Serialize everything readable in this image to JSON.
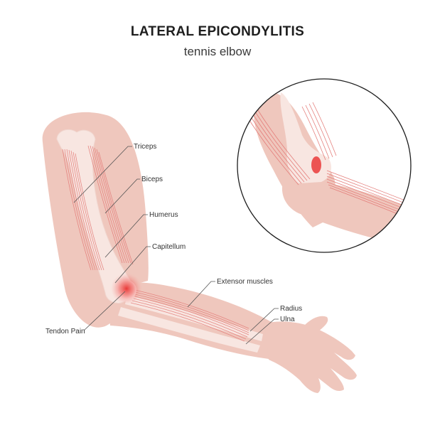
{
  "header": {
    "title": "LATERAL EPICONDYLITIS",
    "subtitle": "tennis elbow"
  },
  "labels": {
    "triceps": "Triceps",
    "biceps": "Biceps",
    "humerus": "Humerus",
    "capitellum": "Capitellum",
    "tendon_pain": "Tendon Pain",
    "extensor": "Extensor muscles",
    "radius": "Radius",
    "ulna": "Ulna"
  },
  "colors": {
    "skin": "#efc7bd",
    "bone": "#f8e6e1",
    "muscle": "#e98a8a",
    "pain": "#e8302f",
    "text": "#333333"
  }
}
